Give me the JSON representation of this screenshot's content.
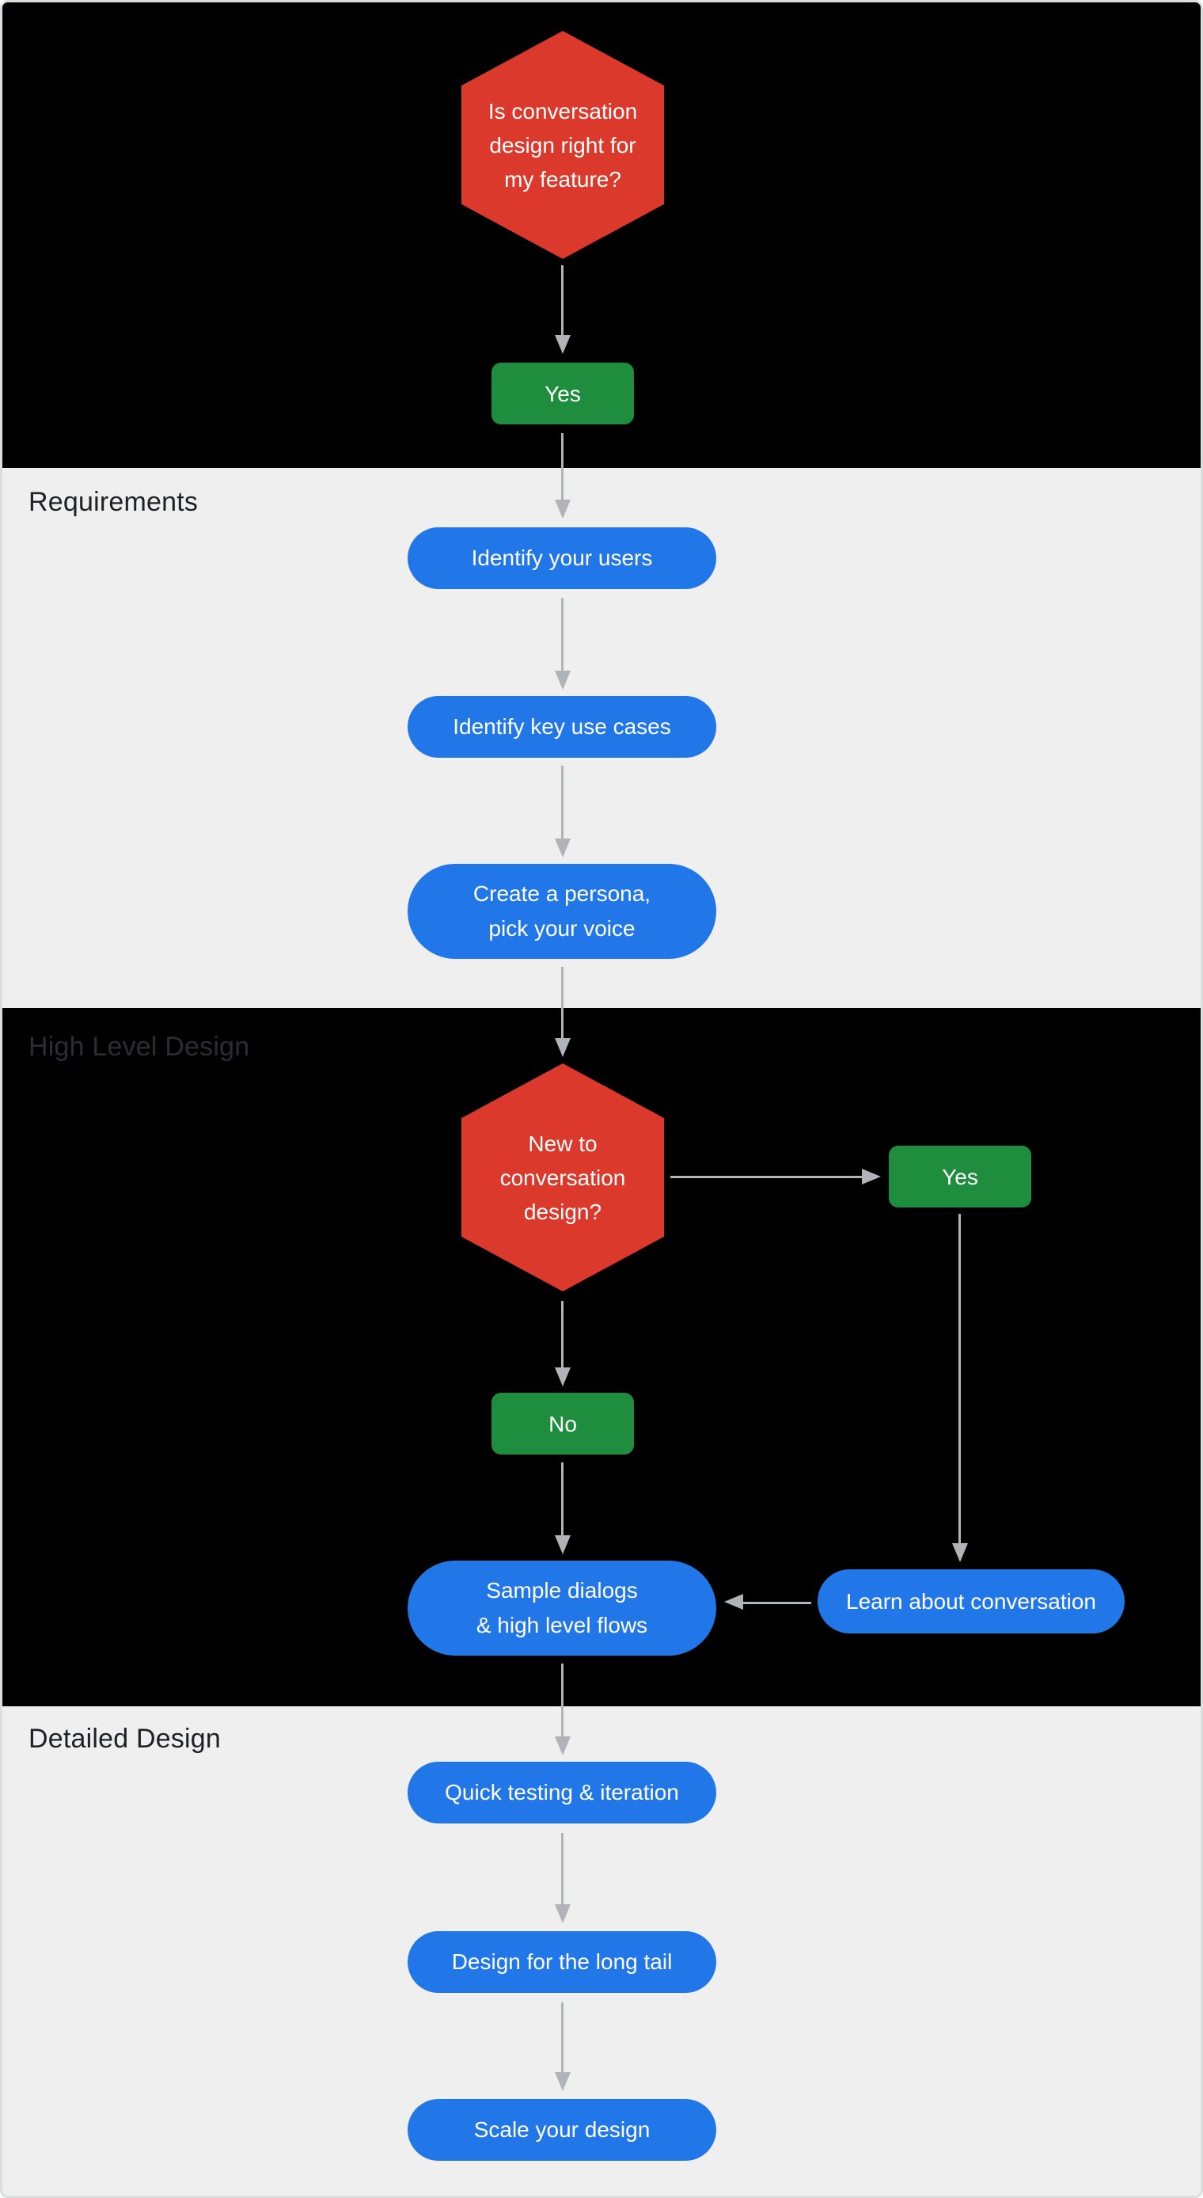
{
  "diagram": {
    "title_hidden": "",
    "colors": {
      "background_dark": "#000000",
      "background_light": "#EFEFF0",
      "node_blue": "#2277E8",
      "node_green": "#1E8E3E",
      "node_red": "#DA392B",
      "node_text": "#FFFFFF",
      "arrow": "#B0B3B7",
      "section_label_light": "#202124",
      "section_label_dark": "#2B2D30",
      "page_border": "#DBDDDE"
    },
    "sections": {
      "requirements": {
        "label": "Requirements"
      },
      "high_level": {
        "label": "High Level Design"
      },
      "detailed": {
        "label": "Detailed Design"
      }
    },
    "nodes": {
      "q_fit": {
        "lines": [
          "Is conversation",
          "design right for",
          "my feature?"
        ]
      },
      "yes_start": {
        "label": "Yes"
      },
      "identify_users": {
        "label": "Identify your users"
      },
      "identify_use_cases": {
        "label": "Identify key use cases"
      },
      "create_persona": {
        "lines": [
          "Create a persona,",
          "pick your voice"
        ]
      },
      "q_new": {
        "lines": [
          "New to",
          "conversation",
          "design?"
        ]
      },
      "yes_new": {
        "label": "Yes"
      },
      "no_new": {
        "label": "No"
      },
      "sample_dialogs": {
        "lines": [
          "Sample dialogs",
          "& high level flows"
        ]
      },
      "learn_conversation": {
        "label": "Learn about conversation"
      },
      "quick_testing": {
        "label": "Quick testing & iteration"
      },
      "long_tail": {
        "label": "Design for the long tail"
      },
      "scale_design": {
        "label": "Scale your design"
      }
    }
  }
}
